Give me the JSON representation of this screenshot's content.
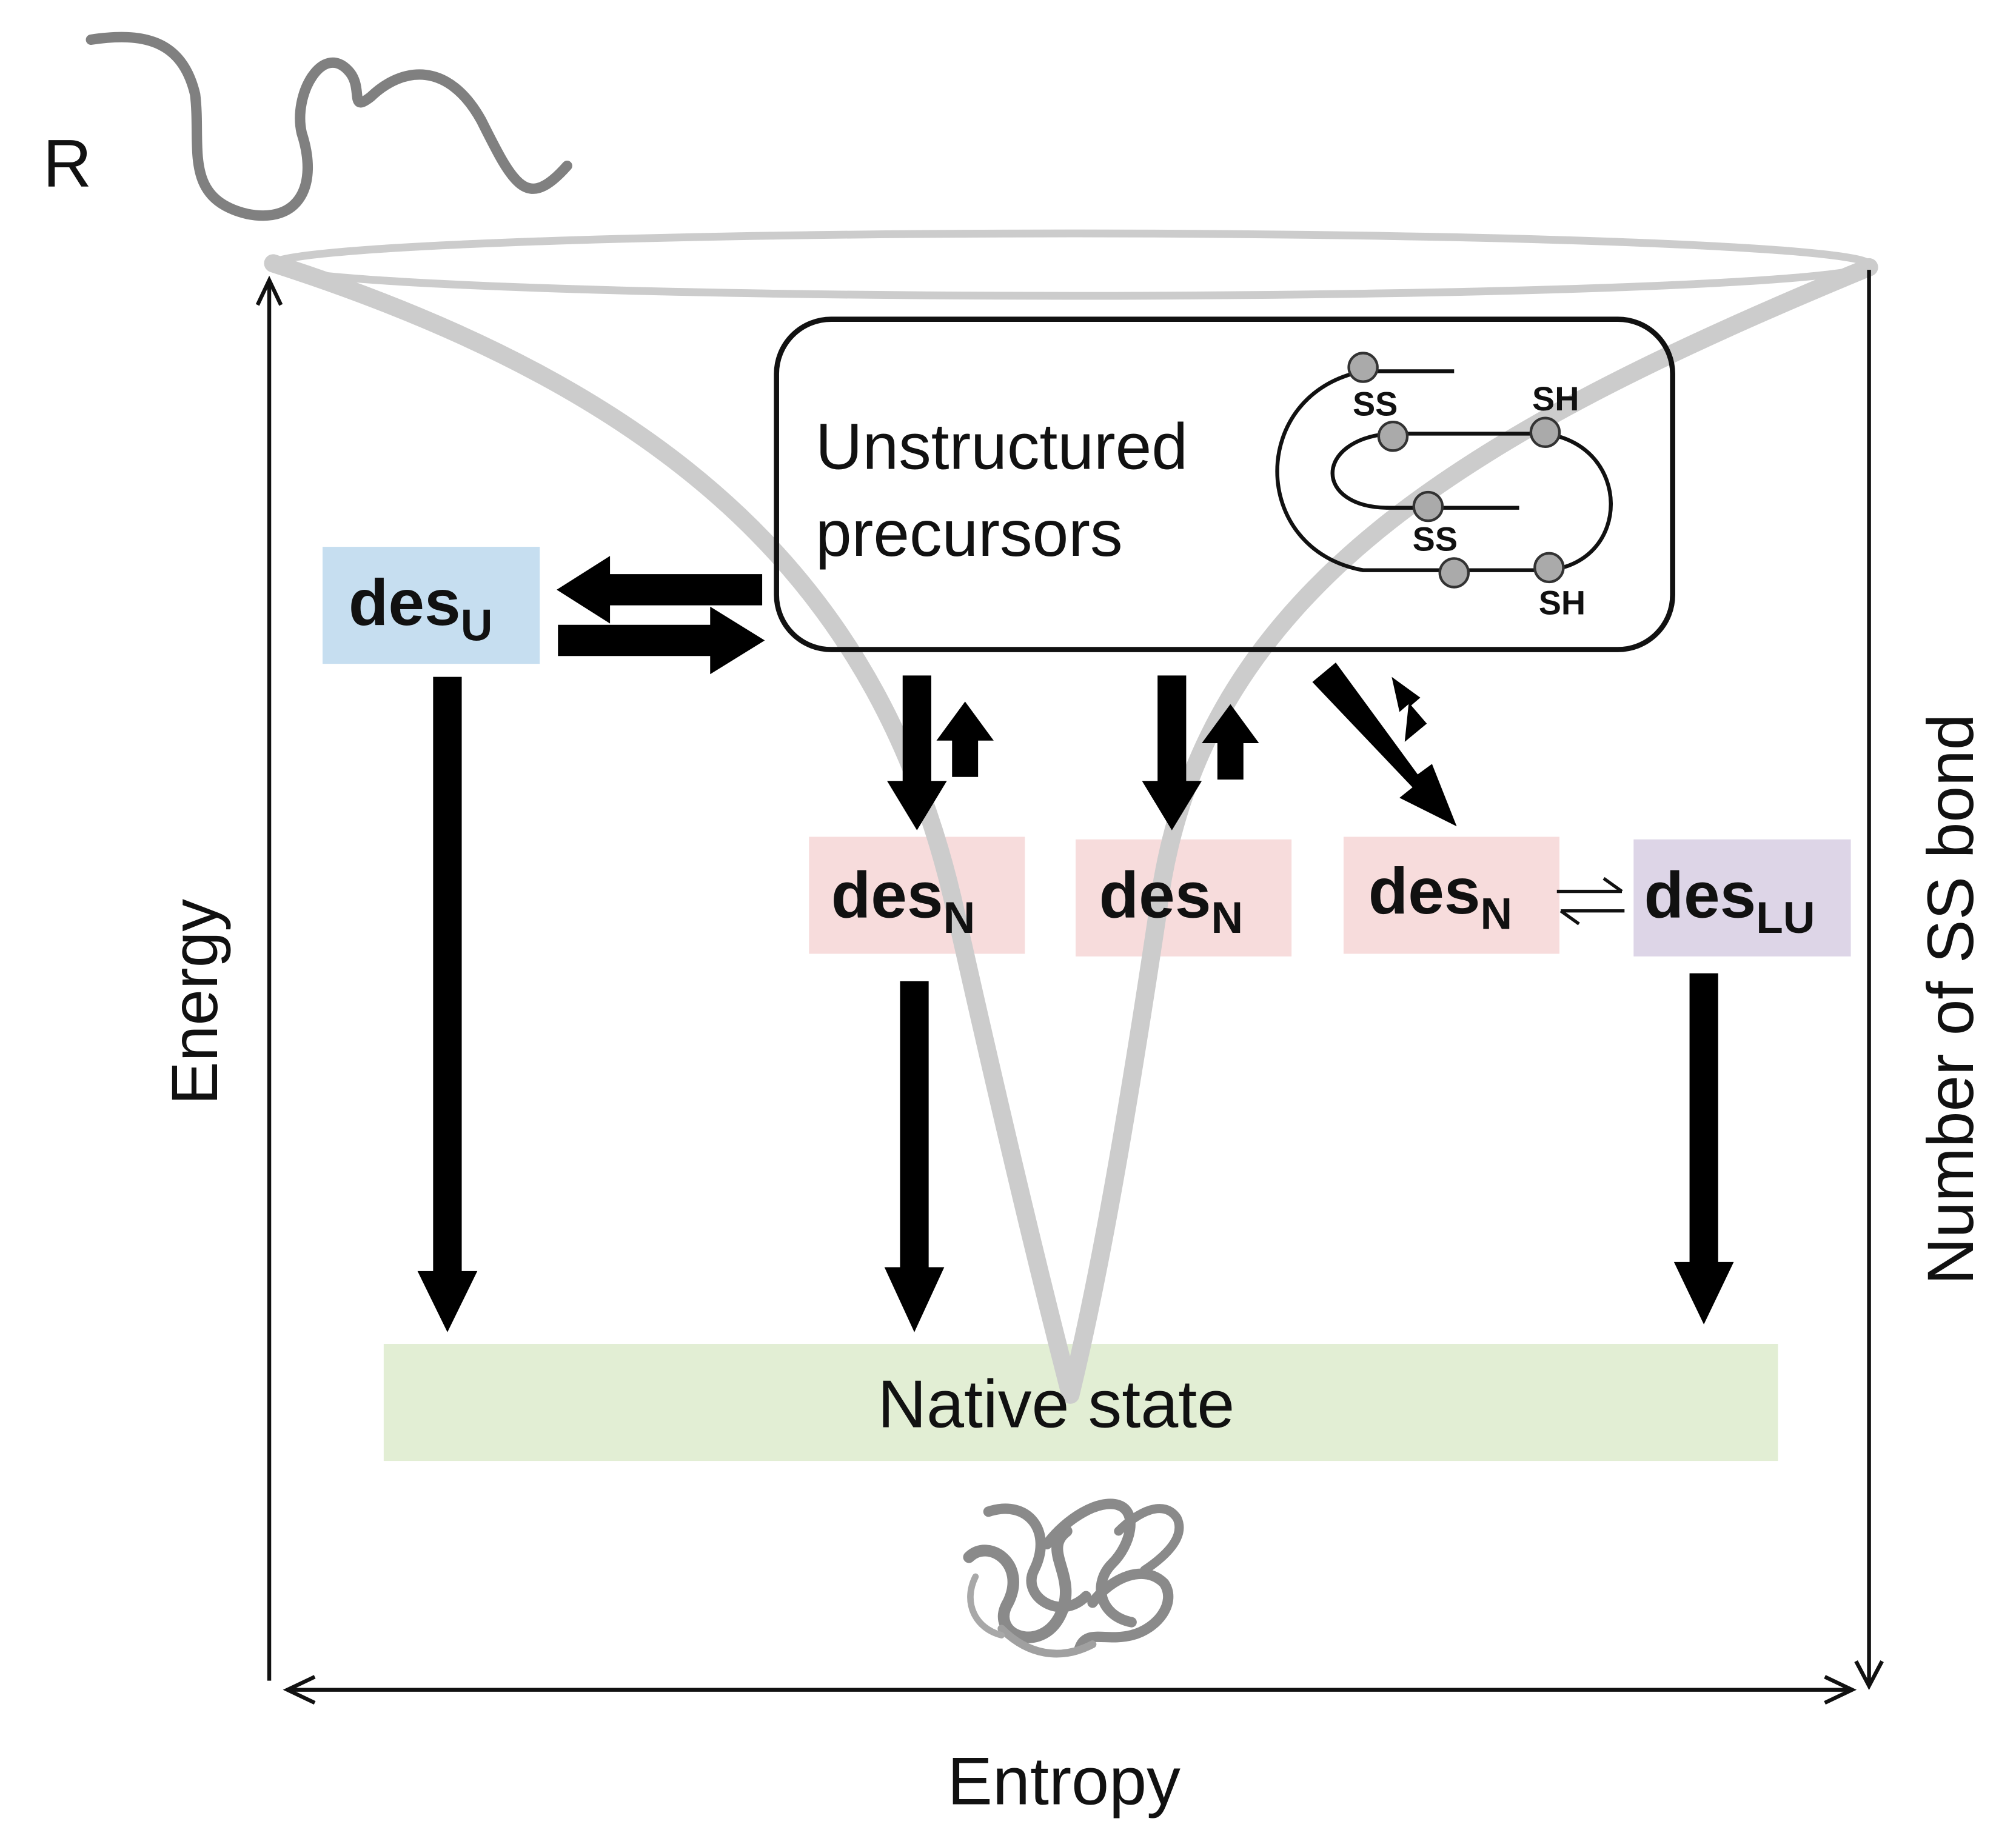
{
  "diagram": {
    "title": "",
    "r_label": "R",
    "axis_energy": "Energy",
    "axis_ss_bond": "Number of SS bond",
    "axis_entropy": "Entropy",
    "precursor_box": {
      "line1": "Unstructured",
      "line2": "precursors",
      "ss_label": "SS",
      "sh_label": "SH"
    },
    "states": {
      "des_u": {
        "base": "des",
        "sub": "U"
      },
      "des_n": {
        "base": "des",
        "sub": "N"
      },
      "des_lu": {
        "base": "des",
        "sub": "LU"
      }
    },
    "native_state": "Native state",
    "colors": {
      "des_u": "#c6def0",
      "des_n": "#f7dcdc",
      "des_lu": "#ddd5e7",
      "native": "#e2eed4",
      "funnel": "#cccccc"
    }
  }
}
